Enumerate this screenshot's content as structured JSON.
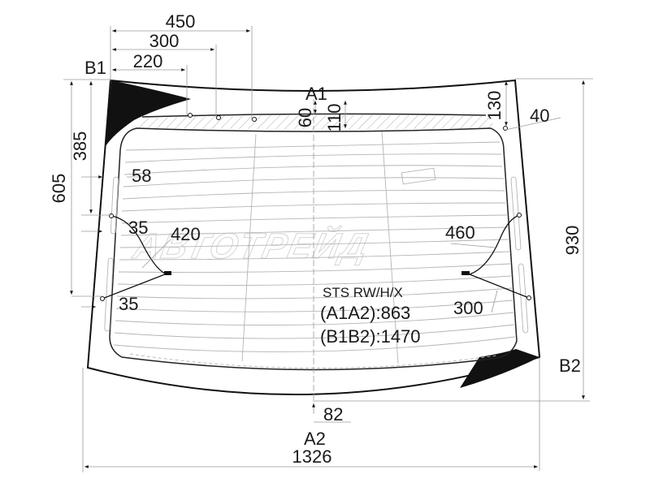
{
  "drawing": {
    "title": "Rear windshield glass dimension diagram",
    "model_code": "STS RW/H/X",
    "a1a2_label": "(A1A2):863",
    "b1b2_label": "(B1B2):1470",
    "watermark": "АВТОТРЕЙД",
    "points": {
      "a1": "A1",
      "a2": "A2",
      "b1": "B1",
      "b2": "B2"
    },
    "dimensions": {
      "top_450": "450",
      "top_300": "300",
      "top_220": "220",
      "left_605": "605",
      "left_385": "385",
      "center_60": "60",
      "center_110": "110",
      "right_130": "130",
      "right_40": "40",
      "left_58": "58",
      "left_35_upper": "35",
      "left_35_lower": "35",
      "left_420": "420",
      "right_460": "460",
      "right_300": "300",
      "right_930": "930",
      "bottom_82": "82",
      "bottom_1326": "1326"
    },
    "colors": {
      "line": "#111111",
      "dimension_line": "#9a9a9a",
      "heating_line": "#b5b5b5",
      "blackout": "#111111"
    }
  }
}
